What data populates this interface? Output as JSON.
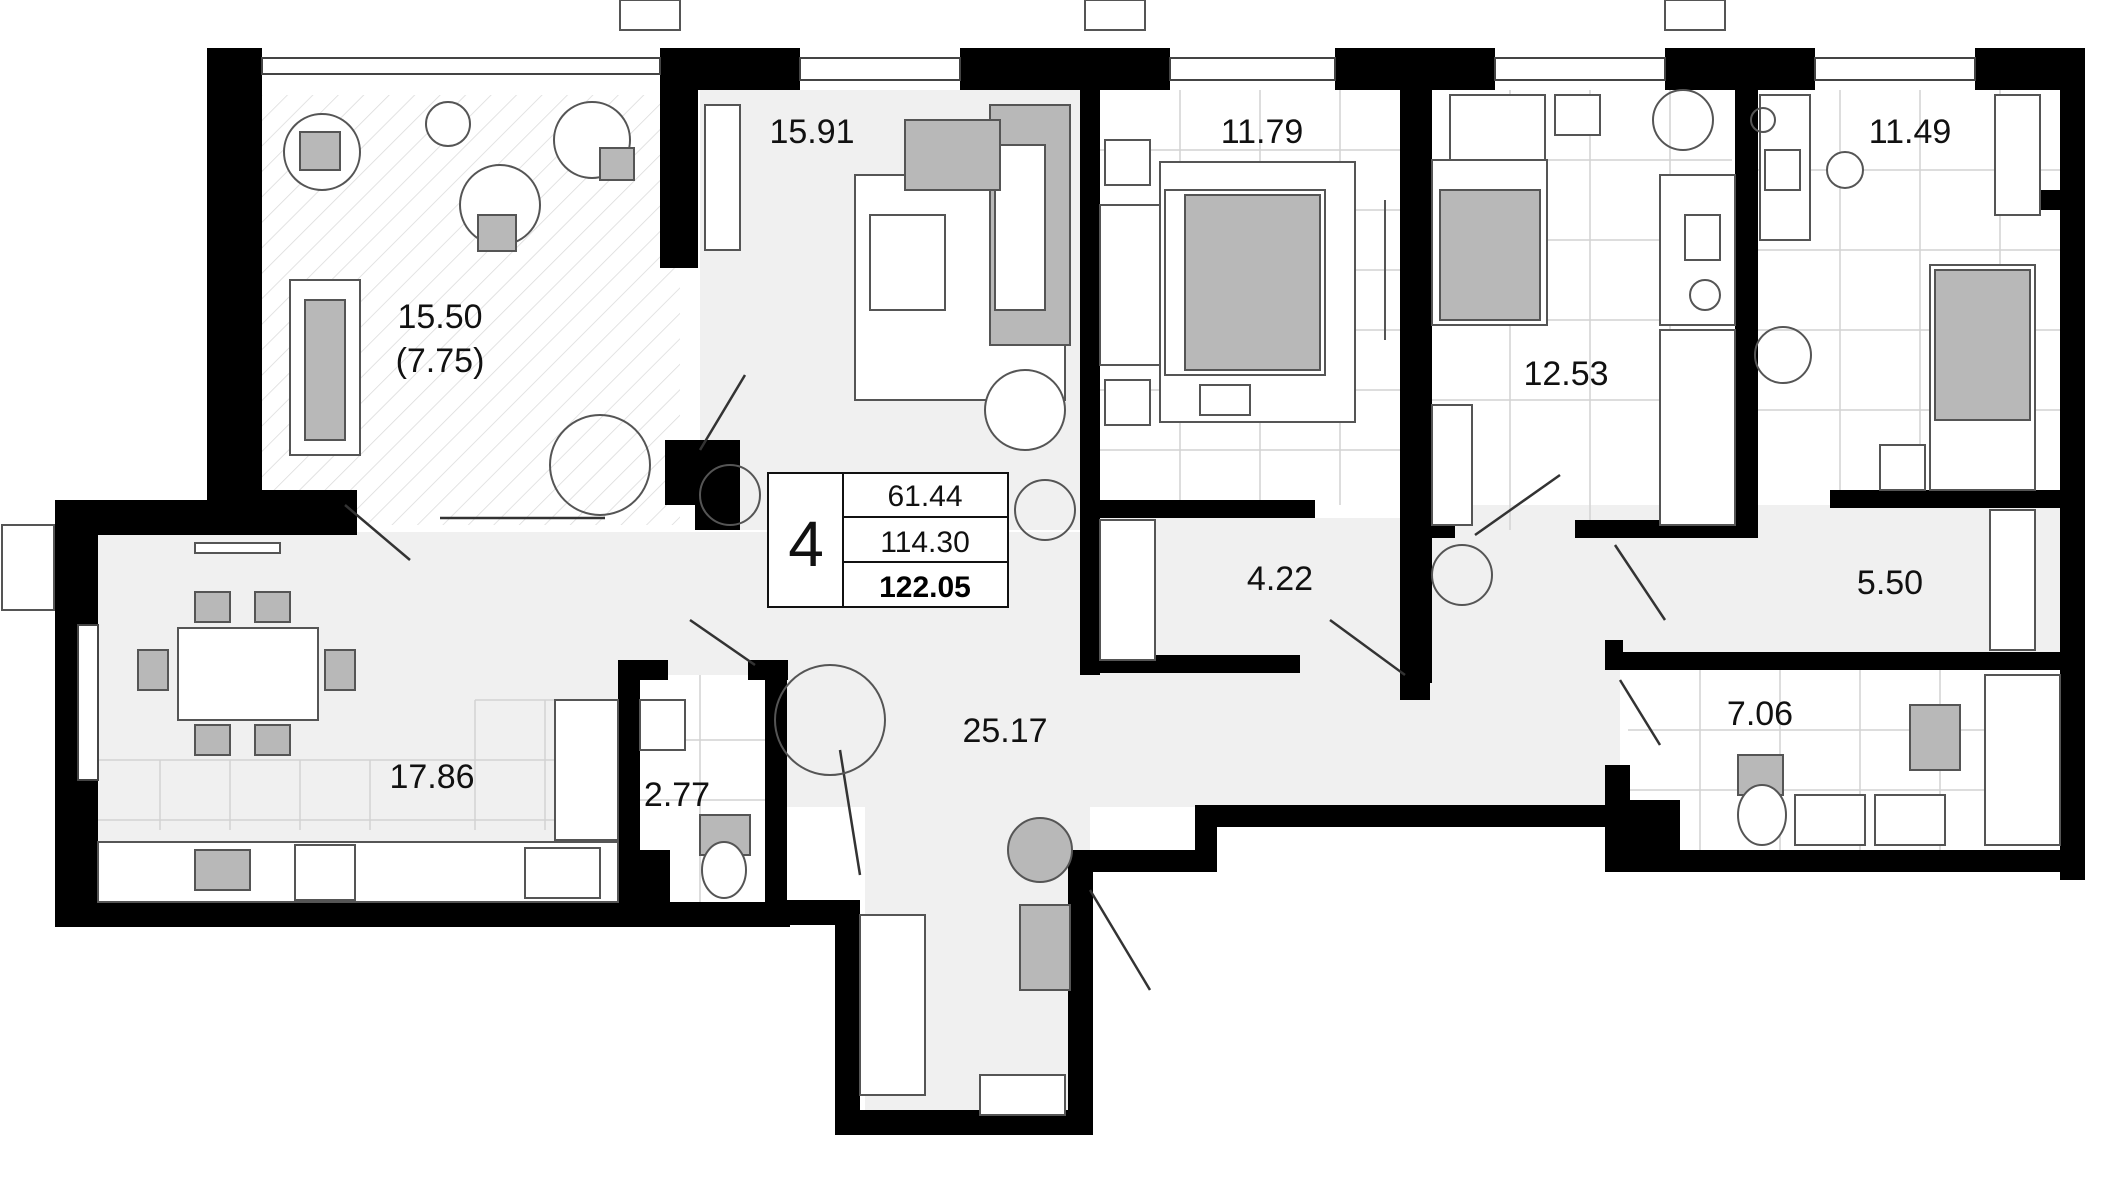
{
  "plan": {
    "rooms": [
      {
        "id": "balcony",
        "label": "15.50",
        "sublabel": "(7.75)"
      },
      {
        "id": "living",
        "label": "15.91"
      },
      {
        "id": "bedroom-1",
        "label": "11.79"
      },
      {
        "id": "bedroom-2",
        "label": "12.53"
      },
      {
        "id": "bedroom-3",
        "label": "11.49"
      },
      {
        "id": "closet-1",
        "label": "4.22"
      },
      {
        "id": "closet-2",
        "label": "5.50"
      },
      {
        "id": "bathroom",
        "label": "7.06"
      },
      {
        "id": "hall",
        "label": "25.17"
      },
      {
        "id": "kitchen",
        "label": "17.86"
      },
      {
        "id": "wc",
        "label": "2.77"
      }
    ],
    "summary": {
      "rooms_count": "4",
      "living_area": "61.44",
      "total_area": "114.30",
      "total_with_balcony": "122.05"
    },
    "colors": {
      "wall": "#000000",
      "floor": "#f0f0f0",
      "furniture": "#b8b8b8"
    }
  }
}
